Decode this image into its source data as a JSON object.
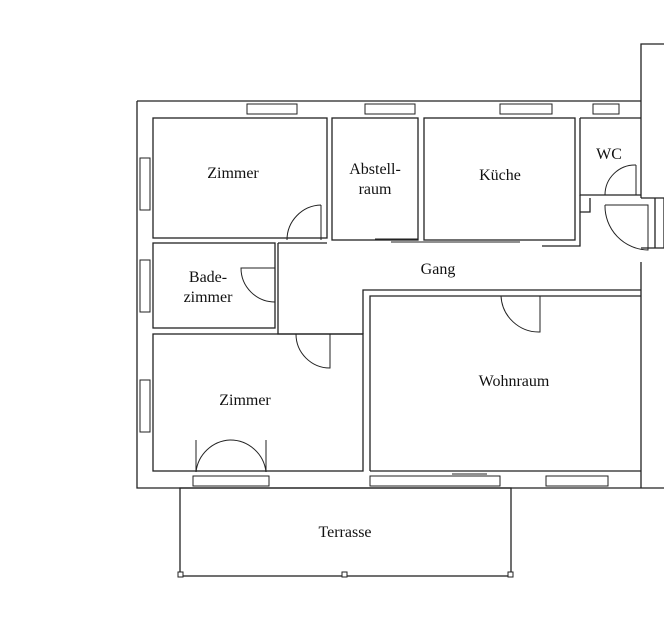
{
  "rooms": {
    "zimmer_top": "Zimmer",
    "abstell_1": "Abstell-",
    "abstell_2": "raum",
    "kueche": "Küche",
    "wc": "WC",
    "bade_1": "Bade-",
    "bade_2": "zimmer",
    "gang": "Gang",
    "zimmer_bottom": "Zimmer",
    "wohnraum": "Wohnraum",
    "terrasse": "Terrasse"
  }
}
